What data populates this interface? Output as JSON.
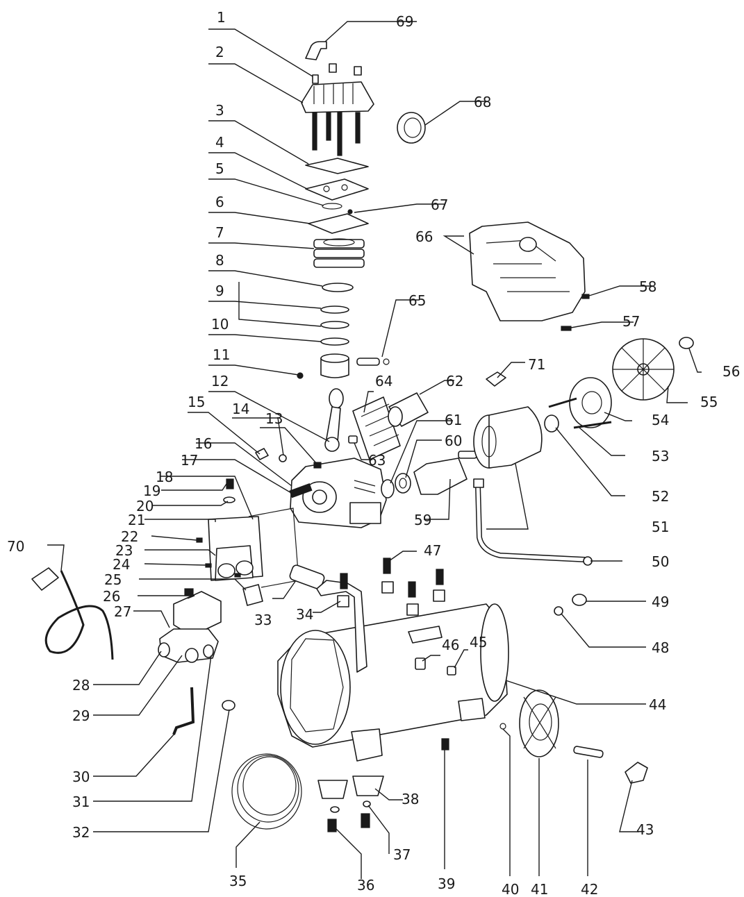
{
  "diagram": {
    "callouts": [
      "1",
      "2",
      "3",
      "4",
      "5",
      "6",
      "7",
      "8",
      "9",
      "10",
      "11",
      "12",
      "13",
      "14",
      "15",
      "16",
      "17",
      "18",
      "19",
      "20",
      "21",
      "22",
      "23",
      "24",
      "25",
      "26",
      "27",
      "28",
      "29",
      "30",
      "31",
      "32",
      "33",
      "34",
      "35",
      "36",
      "37",
      "38",
      "39",
      "40",
      "41",
      "42",
      "43",
      "44",
      "45",
      "46",
      "47",
      "48",
      "49",
      "50",
      "51",
      "52",
      "53",
      "54",
      "55",
      "56",
      "57",
      "58",
      "59",
      "60",
      "61",
      "62",
      "63",
      "64",
      "65",
      "66",
      "67",
      "68",
      "69",
      "70",
      "71"
    ]
  }
}
